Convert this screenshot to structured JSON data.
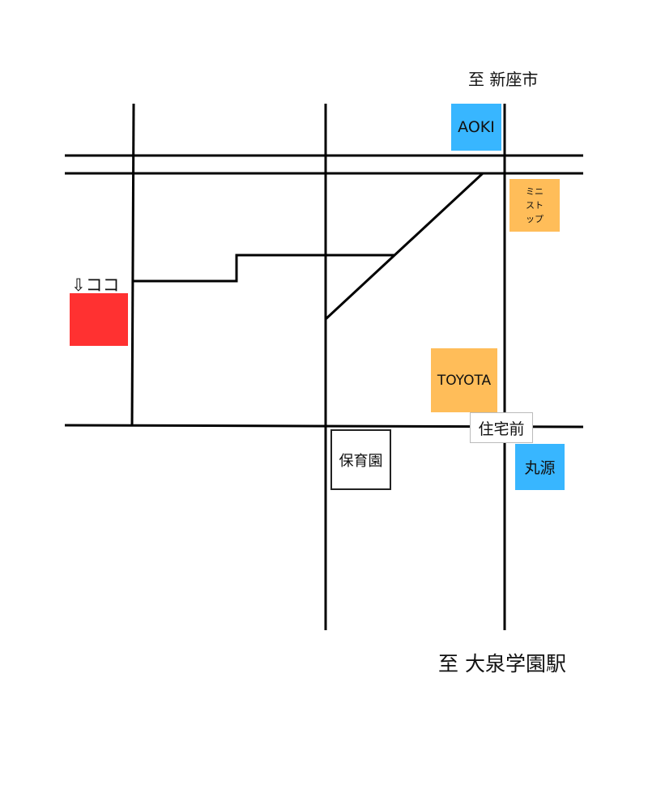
{
  "labels": {
    "north_direction": "至 新座市",
    "south_direction": "至 大泉学園駅",
    "here_marker": "⇩ココ"
  },
  "landmarks": {
    "aoki": "AOKI",
    "ministop": "ミニ\nスト\nップ",
    "toyota": "TOYOTA",
    "bus_stop": "住宅前",
    "marugen": "丸源",
    "nursery": "保育園"
  },
  "colors": {
    "blue": "#38b6ff",
    "orange": "#ffbd59",
    "red": "#ff3131"
  }
}
